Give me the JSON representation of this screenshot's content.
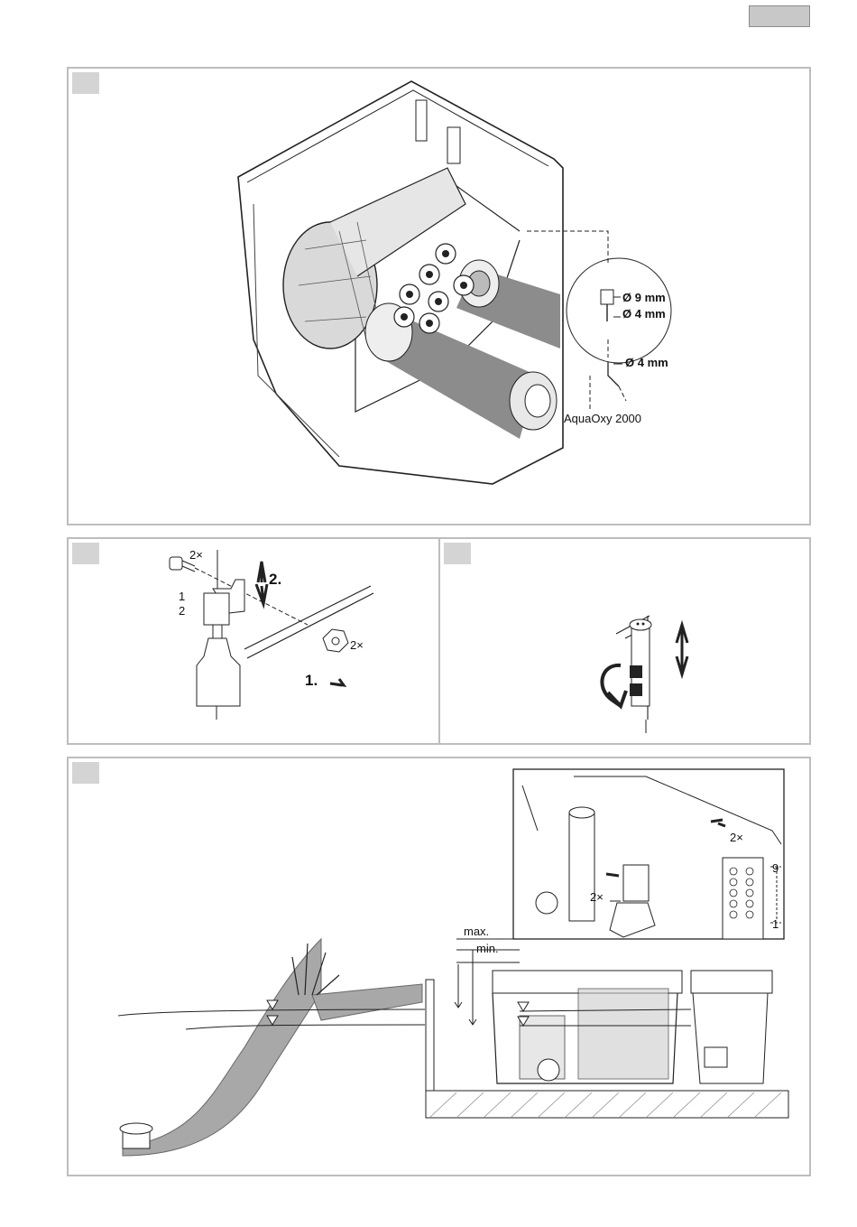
{
  "corner_tab": {
    "color": "#c8c8c8"
  },
  "fig1": {
    "labels": {
      "dia_9mm": "Ø 9 mm",
      "dia_4mm_top": "Ø 4 mm",
      "dia_4mm_side": "Ø 4 mm",
      "device": "AquaOxy 2000"
    }
  },
  "fig2": {
    "labels": {
      "qty_screw": "2×",
      "qty_nut": "2×",
      "part_1": "1",
      "part_2": "2",
      "step_1": "1.",
      "step_2": "2."
    }
  },
  "fig3": {
    "labels": {}
  },
  "fig4": {
    "labels": {
      "inset_qty_top": "2×",
      "inset_qty_side": "2×",
      "slot_top": "9",
      "slot_bottom": "1",
      "max": "max.",
      "min": "min."
    }
  },
  "colors": {
    "panel_border": "#bdbdbd",
    "badge": "#d4d4d4",
    "hose_gray": "#8c8c8c",
    "water_gray": "#a8a8a8"
  }
}
